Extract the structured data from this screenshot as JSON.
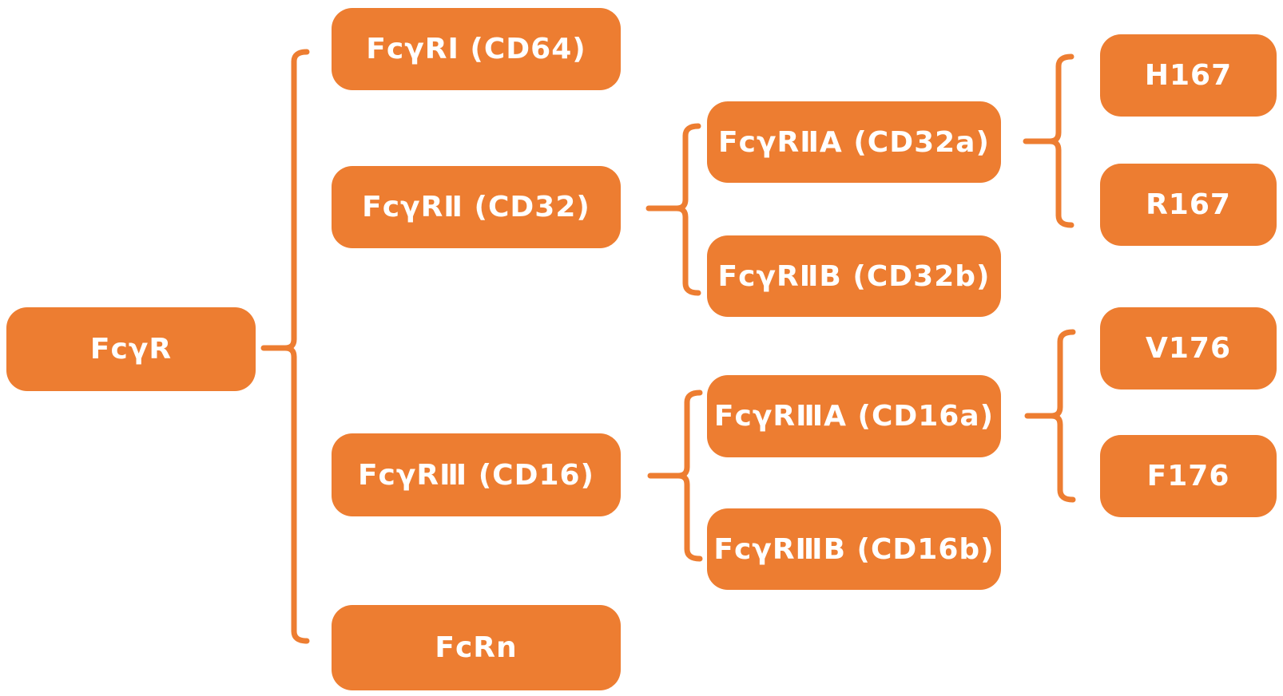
{
  "colors": {
    "node-fill": "#ED7D31",
    "node-text": "#FFFFFF",
    "connector": "#ED7D31",
    "background": "#FFFFFF"
  },
  "tree": {
    "label": "FcγR",
    "children": [
      {
        "label": "FcγRⅠ (CD64)",
        "children": []
      },
      {
        "label": "FcγRⅡ (CD32)",
        "children": [
          {
            "label": "FcγRⅡA (CD32a)",
            "children": [
              {
                "label": "H167",
                "children": []
              },
              {
                "label": "R167",
                "children": []
              }
            ]
          },
          {
            "label": "FcγRⅡB (CD32b)",
            "children": []
          }
        ]
      },
      {
        "label": "FcγRⅢ (CD16)",
        "children": [
          {
            "label": "FcγRⅢA (CD16a)",
            "children": [
              {
                "label": "V176",
                "children": []
              },
              {
                "label": "F176",
                "children": []
              }
            ]
          },
          {
            "label": "FcγRⅢB (CD16b)",
            "children": []
          }
        ]
      },
      {
        "label": "FcRn",
        "children": []
      }
    ]
  }
}
